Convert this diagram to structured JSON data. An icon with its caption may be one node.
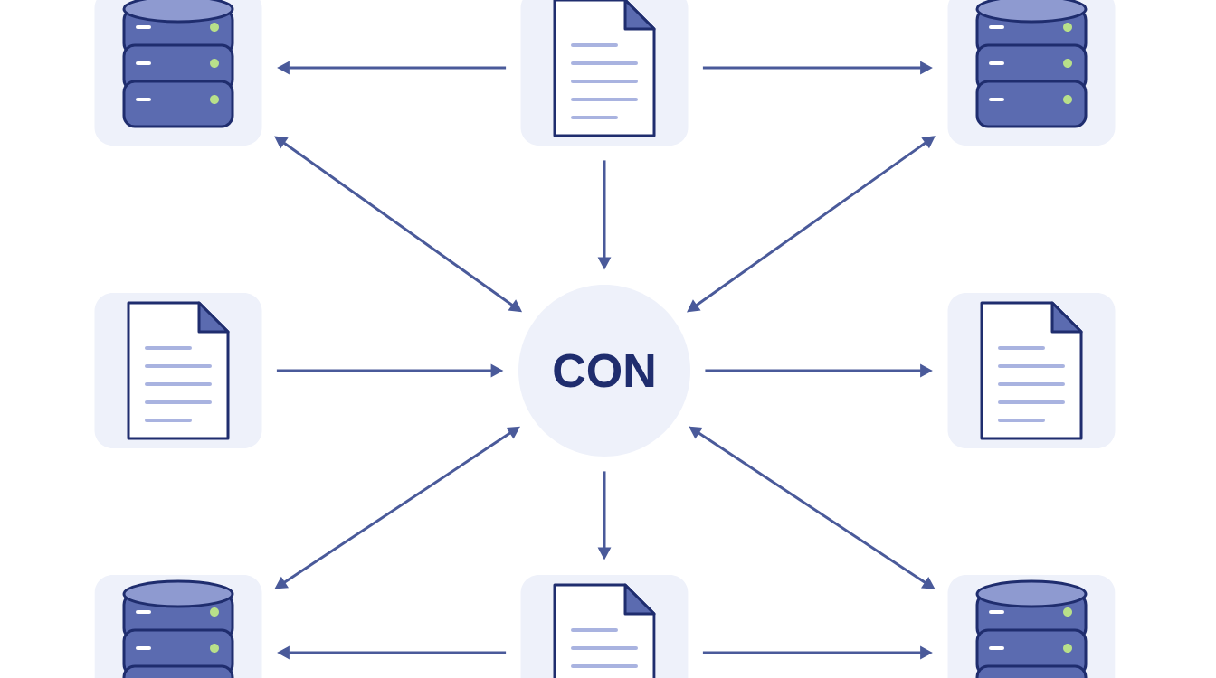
{
  "diagram": {
    "nodes": [
      {
        "text": [],
        "shape": "cylinder"
      },
      {
        "text": [],
        "shape": "document"
      },
      {
        "text": [],
        "shape": "cylinder"
      },
      {
        "text": [],
        "shape": "document"
      },
      {
        "text": [
          "CON"
        ]
      },
      {
        "text": [],
        "shape": "document"
      },
      {
        "text": [],
        "shape": "cylinder"
      },
      {
        "text": [],
        "shape": "document"
      },
      {
        "text": [],
        "shape": "cylinder"
      }
    ],
    "edges": [
      {
        "from": 1,
        "to": 0,
        "arrow": "to"
      },
      {
        "from": 1,
        "to": 2,
        "arrow": "to"
      },
      {
        "from": 0,
        "to": 4,
        "arrow": "both"
      },
      {
        "from": 1,
        "to": 4,
        "arrow": "to"
      },
      {
        "from": 2,
        "to": 4,
        "arrow": "both"
      },
      {
        "from": 3,
        "to": 4,
        "arrow": "to"
      },
      {
        "from": 4,
        "to": 5,
        "arrow": "to"
      },
      {
        "from": 4,
        "to": 6,
        "arrow": "both"
      },
      {
        "from": 4,
        "to": 7,
        "arrow": "to"
      },
      {
        "from": 4,
        "to": 8,
        "arrow": "both"
      },
      {
        "from": 7,
        "to": 6,
        "arrow": "to"
      },
      {
        "from": 7,
        "to": 8,
        "arrow": "to"
      }
    ]
  }
}
